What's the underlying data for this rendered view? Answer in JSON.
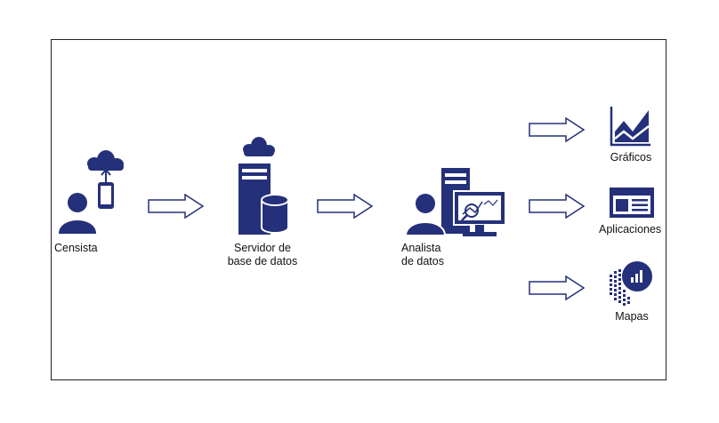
{
  "colors": {
    "icon": "#25307a",
    "arrow": "#25307a"
  },
  "nodes": {
    "censista": {
      "label": "Censista",
      "icons": [
        "cloud-upload-icon",
        "smartphone-icon",
        "person-icon"
      ]
    },
    "servidor": {
      "label_line1": "Servidor de",
      "label_line2": "base de datos",
      "icons": [
        "cloud-icon",
        "server-tower-icon",
        "database-icon"
      ]
    },
    "analista": {
      "label_line1": "Analista",
      "label_line2": "de datos",
      "icons": [
        "person-icon",
        "server-tower-icon",
        "monitor-chart-icon"
      ]
    }
  },
  "outputs": {
    "graficos": {
      "label": "Gráficos",
      "icon": "area-chart-icon"
    },
    "aplicaciones": {
      "label": "Aplicaciones",
      "icon": "app-window-icon"
    },
    "mapas": {
      "label": "Mapas",
      "icon": "dot-map-chart-icon"
    }
  },
  "arrows": [
    "arrow-censista-servidor",
    "arrow-servidor-analista",
    "arrow-analista-graficos",
    "arrow-analista-aplicaciones",
    "arrow-analista-mapas"
  ]
}
